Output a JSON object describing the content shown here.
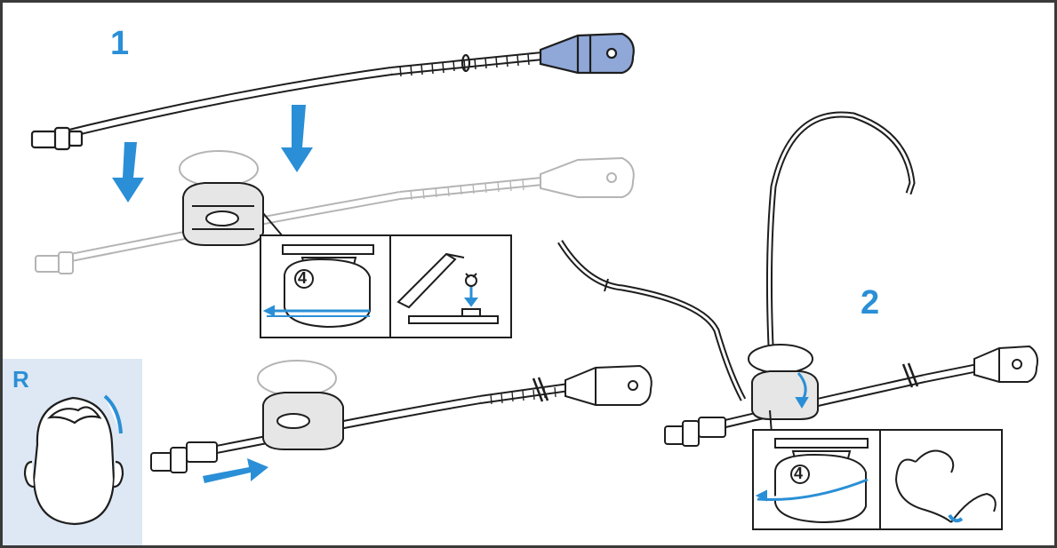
{
  "diagram": {
    "step_labels": {
      "step1": "1",
      "step2": "2"
    },
    "side_label": "R",
    "detail_numbers": {
      "detail_a": "4",
      "detail_c": "4"
    },
    "colors": {
      "accent": "#2a8fd6",
      "highlight_fill": "#8fa8d8",
      "line": "#1e1e1e",
      "ghost_line": "#b4b4b4",
      "panel_bg": "#dde8f4"
    },
    "icons": [
      "arrow-down-icon",
      "arrow-right-icon",
      "head-icon",
      "microphone-boom-icon",
      "ear-hook-icon",
      "clip-icon"
    ]
  }
}
